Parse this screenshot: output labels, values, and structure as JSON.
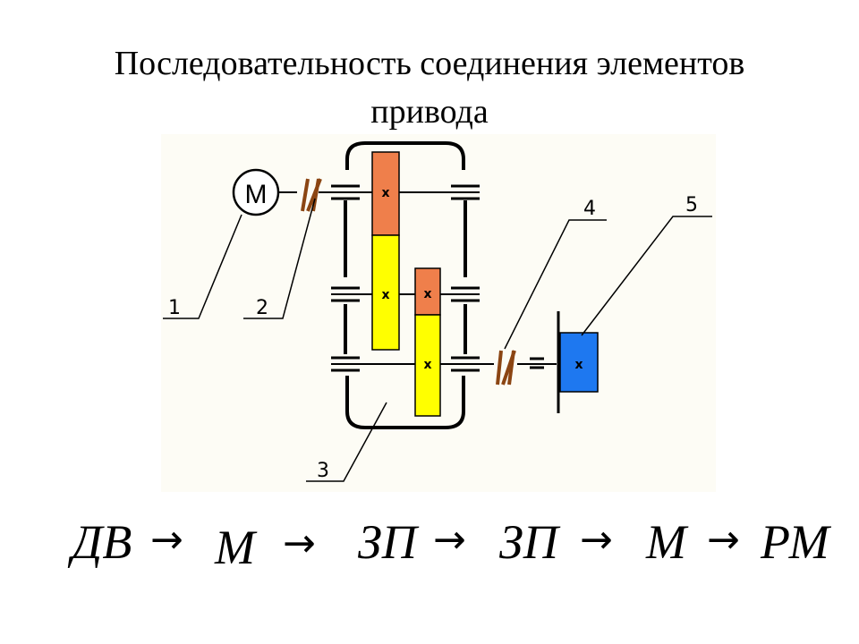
{
  "title": "Последовательность соединения элементов привода",
  "diagram": {
    "motor_label": "М",
    "gear_symbol": "x",
    "callouts": [
      "1",
      "2",
      "3",
      "4",
      "5"
    ],
    "colors": {
      "gear_orange": "#EF7F4B",
      "gear_yellow": "#FFFF00",
      "working_machine_blue": "#1E78F0",
      "coupling_brown": "#8B4513",
      "panel_background": "#FDFCF5"
    }
  },
  "sequence": {
    "items": [
      "ДВ",
      "М",
      "ЗП",
      "ЗП",
      "М",
      "РМ"
    ],
    "arrow": "→"
  }
}
